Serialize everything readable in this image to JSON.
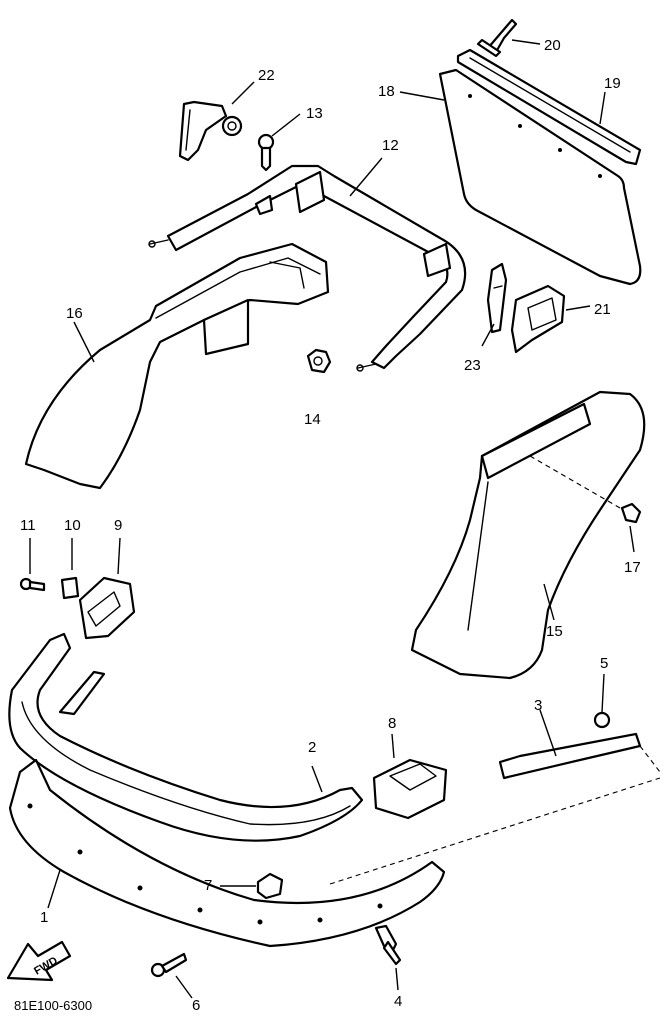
{
  "diagram_code": "81E100-6300",
  "fwd_label": "FWD",
  "callouts": {
    "p1": "1",
    "p2": "2",
    "p3": "3",
    "p4": "4",
    "p5": "5",
    "p6": "6",
    "p7": "7",
    "p8": "8",
    "p9": "9",
    "p10": "10",
    "p11": "11",
    "p12": "12",
    "p13": "13",
    "p14": "14",
    "p15": "15",
    "p16": "16",
    "p17": "17",
    "p18": "18",
    "p19": "19",
    "p20": "20",
    "p21": "21",
    "p22": "22",
    "p23": "23"
  }
}
